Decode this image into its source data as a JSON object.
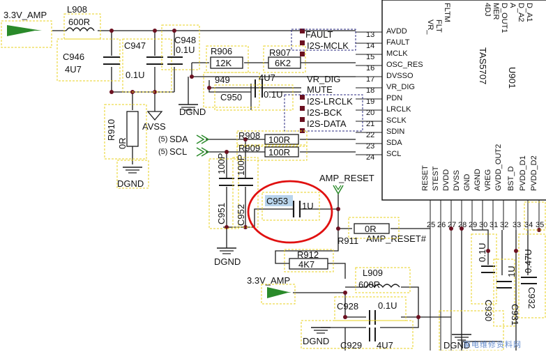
{
  "net_labels": {
    "amp_supply_top": "3.3V_AMP",
    "amp_supply_bottom": "3.3V_AMP",
    "amp_reset": "AMP_RESET",
    "amp_reset_n": "AMP_RESET#",
    "avss": "AVSS",
    "dgnd_1": "DGND",
    "dgnd_2": "DGND",
    "dgnd_3": "DGND",
    "dgnd_4": "DGND",
    "dgnd_5": "DGND",
    "vr_dig": "VR_DIG",
    "fault": "FAULT",
    "i2s_mclk": "I2S-MCLK",
    "mute": "MUTE",
    "i2s_lrclk": "I2S-LRCLK",
    "i2s_bck": "I2S-BCK",
    "i2s_data": "I2S-DATA",
    "sda": "SDA",
    "scl": "SCL",
    "sheet_ref_sda": "(5)",
    "sheet_ref_scl": "(5)"
  },
  "components": {
    "l908": {
      "ref": "L908",
      "value": "600R"
    },
    "c946": {
      "ref": "C946",
      "value": "4U7"
    },
    "c947": {
      "ref": "C947",
      "value": "0.1U"
    },
    "c948": {
      "ref": "C948",
      "value": "0.1U"
    },
    "r906": {
      "ref": "R906",
      "value": "12K"
    },
    "r907": {
      "ref": "R907",
      "value": "6K2"
    },
    "c949": {
      "ref": "949",
      "value": "4U7"
    },
    "c950": {
      "ref": "C950",
      "value": "0.1U"
    },
    "r910": {
      "ref": "R910",
      "value": "0R"
    },
    "r908": {
      "ref": "R908",
      "value": "100R"
    },
    "r909": {
      "ref": "R909",
      "value": "100R"
    },
    "c951": {
      "ref": "C951",
      "value": "100P"
    },
    "c952": {
      "ref": "C952",
      "value": "100P"
    },
    "c953": {
      "ref": "C953",
      "value": "1U"
    },
    "r911": {
      "ref": "R911",
      "value": "0R"
    },
    "r912": {
      "ref": "R912",
      "value": "4K7"
    },
    "l909": {
      "ref": "L909",
      "value": "600R"
    },
    "c928": {
      "ref": "C928",
      "value": "0.1U"
    },
    "c929": {
      "ref": "C929",
      "value": "4U7"
    },
    "c930": {
      "ref": "C930",
      "value": "0.1U"
    },
    "c931": {
      "ref": "C931",
      "value": "1U"
    },
    "c932": {
      "ref": "C932",
      "value": "0.47U"
    }
  },
  "ic": {
    "ref": "U901",
    "part": "TAS5707",
    "top_labels": [
      "VR_",
      "FLT",
      "FLTM",
      "4DJ",
      "MER",
      "D_OUT1",
      "A",
      "D_A2",
      "D_A1"
    ],
    "left_pins": [
      {
        "num": "13",
        "name": "AVDD"
      },
      {
        "num": "14",
        "name": "FAULT"
      },
      {
        "num": "15",
        "name": "MCLK"
      },
      {
        "num": "16",
        "name": "OSC_RES"
      },
      {
        "num": "17",
        "name": "DVSSO"
      },
      {
        "num": "18",
        "name": "VR_DIG"
      },
      {
        "num": "19",
        "name": "PDN"
      },
      {
        "num": "20",
        "name": "LRCLK"
      },
      {
        "num": "21",
        "name": "SCLK"
      },
      {
        "num": "22",
        "name": "SDIN"
      },
      {
        "num": "23",
        "name": "SDA"
      },
      {
        "num": "24",
        "name": "SCL"
      }
    ],
    "bottom_pins": [
      {
        "num": "25",
        "name": "RESET"
      },
      {
        "num": "26",
        "name": "STEST"
      },
      {
        "num": "27",
        "name": "DVDD"
      },
      {
        "num": "28",
        "name": "DVSS"
      },
      {
        "num": "29",
        "name": "GND"
      },
      {
        "num": "30",
        "name": "AGND"
      },
      {
        "num": "31",
        "name": "VREG"
      },
      {
        "num": "32",
        "name": "GVDD_OUT2"
      },
      {
        "num": "33",
        "name": "BST_D"
      },
      {
        "num": "34",
        "name": "PVDD_D1"
      },
      {
        "num": "35",
        "name": "PVDD_D2"
      }
    ]
  },
  "watermark": "家电维修资料网",
  "colors": {
    "wire": "#1a1a1a",
    "component_box": "#e8d21e",
    "net_dash": "#2a2a80",
    "marker": "#6b1020",
    "flag": "#2a8a2a",
    "highlight": "#e01010",
    "selected_label_bg": "#b8d4ec"
  }
}
